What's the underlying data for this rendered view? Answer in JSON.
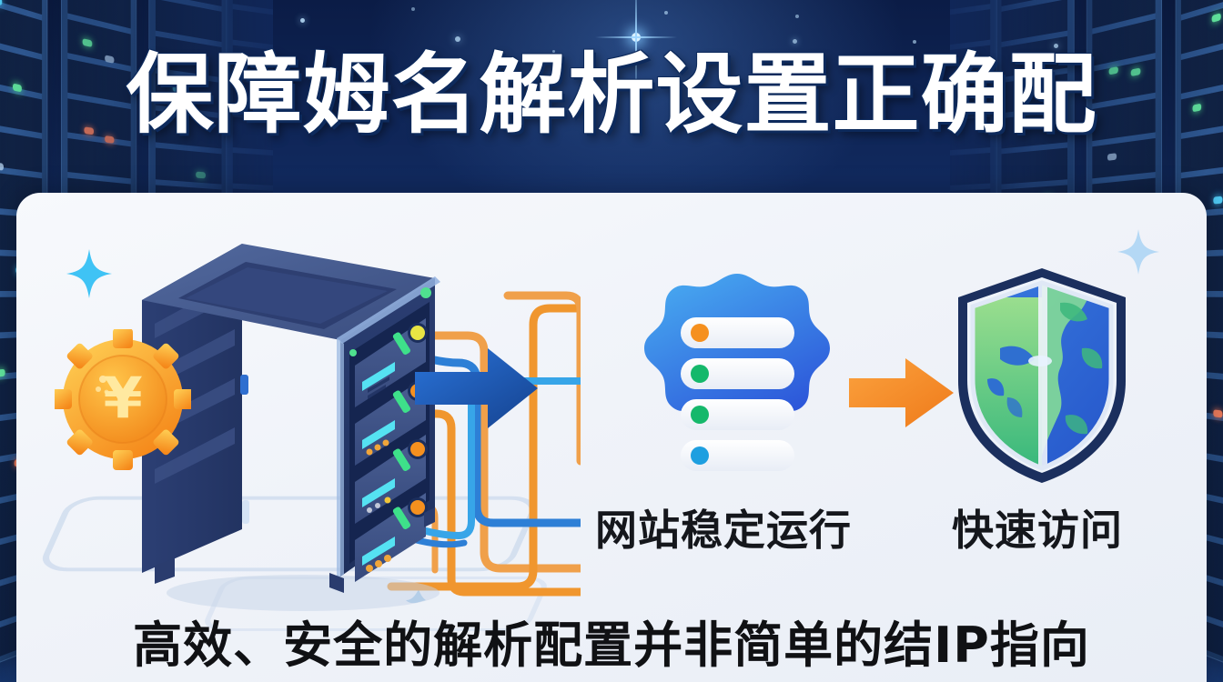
{
  "poster": {
    "title": "保障姆名解析设置正确配",
    "caption": "高效、安全的解析配置并非简单的结IP指向",
    "colors": {
      "bg_dark_navy": "#14316c",
      "panel_white": "#f2f4f9",
      "accent_orange": "#f5922e",
      "accent_blue": "#2563c8",
      "server_navy": "#2c3f74",
      "led_green": "#4fd78d",
      "led_cyan": "#34c6f0",
      "title_text": "#ffffff",
      "caption_text": "#101114"
    }
  },
  "features": [
    {
      "id": "website-stability",
      "label": "网站稳定运行",
      "icon": "list-badge-icon"
    },
    {
      "id": "fast-access",
      "label": "快速访问",
      "icon": "globe-shield-icon"
    }
  ],
  "illustration": {
    "server": {
      "name": "server-rack-icon",
      "units": [
        {
          "status_dot": "yellow",
          "led_bar": "green",
          "data_bar": "cyan"
        },
        {
          "status_dot": "orange",
          "led_bar": "green",
          "data_bar": "cyan"
        },
        {
          "status_dot": "orange",
          "led_bar": "green",
          "data_bar": "cyan"
        },
        {
          "status_dot": "orange",
          "led_bar": "green",
          "data_bar": "cyan"
        }
      ]
    },
    "gear": {
      "name": "yen-gear-icon",
      "symbol": "¥"
    },
    "badge": {
      "name": "list-badge-icon",
      "rows": [
        {
          "dot": "orange"
        },
        {
          "dot": "green"
        },
        {
          "dot": "green"
        },
        {
          "dot": "blue"
        }
      ]
    },
    "shield": {
      "name": "globe-shield-icon"
    },
    "arrows": [
      {
        "name": "arrow-server-to-list",
        "color": "#1f5fc0",
        "direction": "right"
      },
      {
        "name": "arrow-list-to-shield",
        "color": "#f5922e",
        "direction": "right"
      }
    ]
  }
}
